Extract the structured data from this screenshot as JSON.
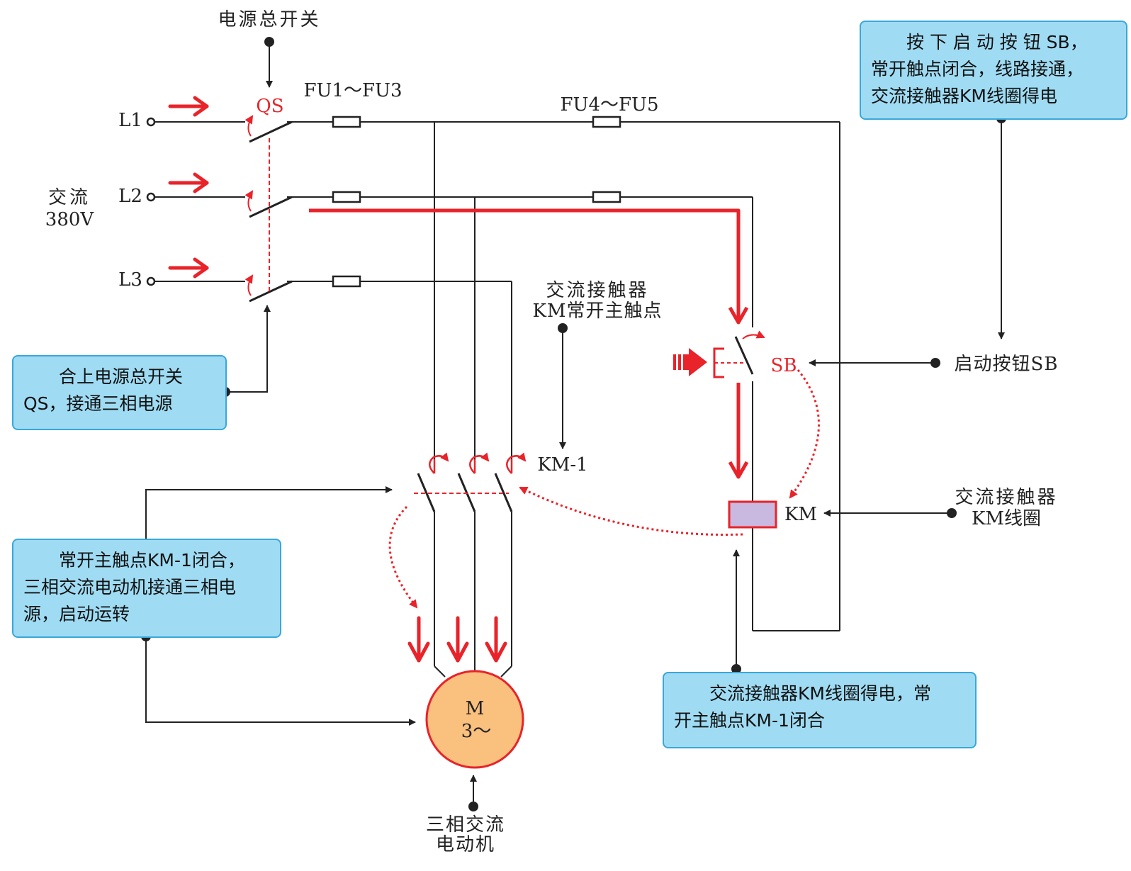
{
  "labels": {
    "main_switch_title": "电源总开关",
    "qs": "QS",
    "fu1_fu3": "FU1～FU3",
    "fu4_fu5": "FU4～FU5",
    "l1": "L1",
    "l2": "L2",
    "l3": "L3",
    "ac_line1": "交流",
    "ac_line2": "380V",
    "contactor_main_line1": "交流接触器",
    "contactor_main_line2": "KM常开主触点",
    "km1": "KM-1",
    "sb": "SB",
    "start_button": "启动按钮SB",
    "km": "KM",
    "coil_line1": "交流接触器",
    "coil_line2": "KM线圈",
    "motor_m": "M",
    "motor_phase": "3～",
    "motor_line1": "三相交流",
    "motor_line2": "电动机"
  },
  "notes": {
    "top_right": [
      "按 下 启 动 按 钮 SB，",
      "常开触点闭合，线路接通，",
      "交流接触器KM线圈得电"
    ],
    "left_qs": [
      "合上电源总开关",
      "QS，接通三相电源"
    ],
    "left_km1": [
      "常开主触点KM-1闭合，",
      "三相交流电动机接通三相电",
      "源，启动运转"
    ],
    "bottom_right": [
      "交流接触器KM线圈得电，常",
      "开主触点KM-1闭合"
    ]
  },
  "colors": {
    "wire": "#222222",
    "highlight": "#e8232a",
    "note_fill": "#9fdcf4",
    "note_border": "#3aa7d9",
    "motor_fill": "#f9c07e",
    "coil_fill": "#c9b8e0"
  }
}
